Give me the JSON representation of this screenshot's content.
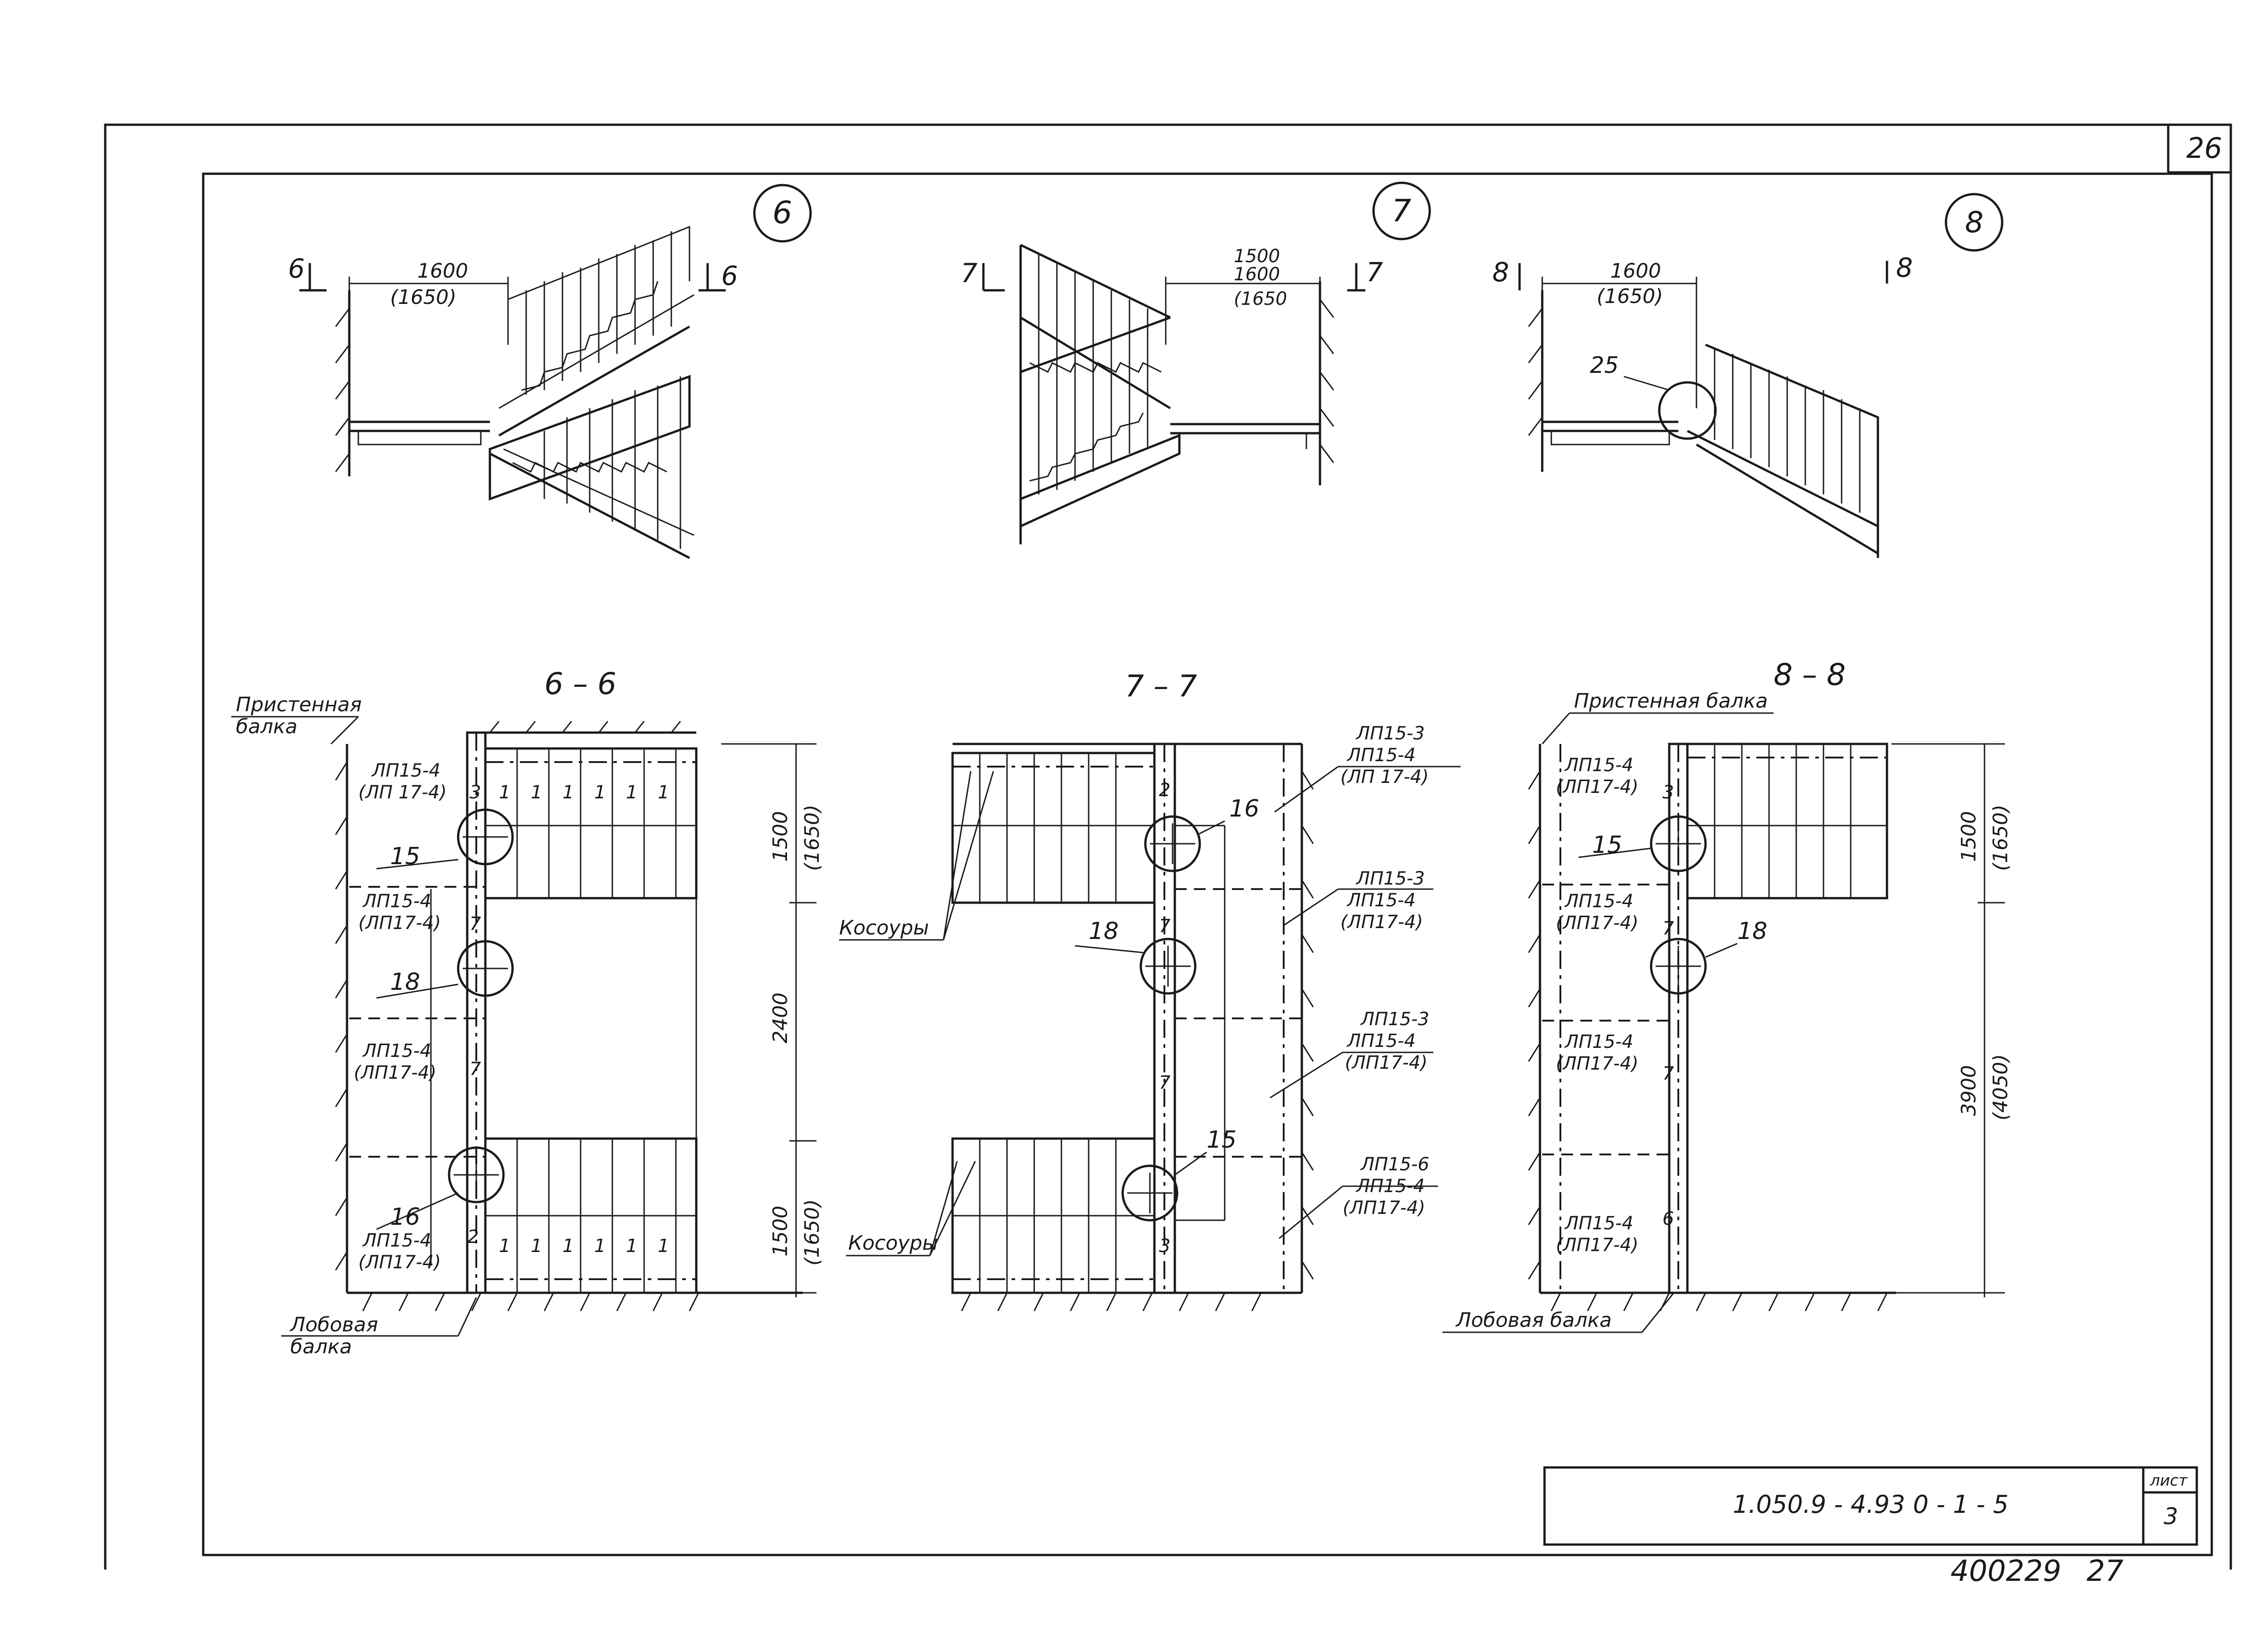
{
  "sheet": {
    "corner_number": "26",
    "designation": "1.050.9 - 4.93 0 - 1 - 5",
    "sheet_label": "лист",
    "sheet_number": "3",
    "archive_stamp": "400229",
    "archive_page": "27"
  },
  "sections": [
    {
      "marker": "6",
      "cut_label_left": "6",
      "cut_label_right": "6",
      "dim_main": "1600",
      "dim_alt": "(1650)"
    },
    {
      "marker": "7",
      "cut_label_left": "7",
      "cut_label_right": "7",
      "dim_top": "1500",
      "dim_main": "1600",
      "dim_alt": "(1650"
    },
    {
      "marker": "8",
      "cut_label_left": "8",
      "cut_label_right": "8",
      "dim_main": "1600",
      "dim_alt": "(1650)",
      "node_label": "25"
    }
  ],
  "plans": {
    "p6": {
      "title": "6 – 6",
      "wall_beam": "Пристенная\nбалка",
      "front_beam": "Лобовая\nбалка",
      "panels": [
        {
          "a": "ЛП15-4",
          "b": "(ЛП 17-4)"
        },
        {
          "a": "ЛП15-4",
          "b": "(ЛП17-4)"
        },
        {
          "a": "ЛП15-4",
          "b": "(ЛП17-4)"
        },
        {
          "a": "ЛП15-4",
          "b": "(ЛП17-4)"
        }
      ],
      "nodes": [
        "15",
        "18",
        "16"
      ],
      "dims": [
        "1500",
        "(1650)",
        "2400",
        "1500",
        "(1650)"
      ],
      "marks": [
        "3",
        "7",
        "7",
        "2"
      ]
    },
    "p7": {
      "title": "7 – 7",
      "stringers": "Косоуры",
      "panels": [
        {
          "a": "ЛП15-3",
          "b": "ЛП15-4",
          "c": "(ЛП 17-4)"
        },
        {
          "a": "ЛП15-3",
          "b": "ЛП15-4",
          "c": "(ЛП17-4)"
        },
        {
          "a": "ЛП15-3",
          "b": "ЛП15-4",
          "c": "(ЛП17-4)"
        },
        {
          "a": "ЛП15-6",
          "b": "ЛП15-4",
          "c": "(ЛП17-4)"
        }
      ],
      "nodes": [
        "16",
        "18",
        "15"
      ],
      "marks": [
        "2",
        "7",
        "7",
        "3"
      ]
    },
    "p8": {
      "title": "8 – 8",
      "wall_beam": "Пристенная балка",
      "front_beam": "Лобовая балка",
      "panels": [
        {
          "a": "ЛП15-4",
          "b": "(ЛП17-4)"
        },
        {
          "a": "ЛП15-4",
          "b": "(ЛП17-4)"
        },
        {
          "a": "ЛП15-4",
          "b": "(ЛП17-4)"
        },
        {
          "a": "ЛП15-4",
          "b": "(ЛП17-4)"
        }
      ],
      "nodes": [
        "15",
        "18"
      ],
      "dims": [
        "1500",
        "(1650)",
        "3900",
        "(4050)"
      ],
      "marks": [
        "3",
        "7",
        "7",
        "6"
      ]
    }
  },
  "step_mark": "1"
}
